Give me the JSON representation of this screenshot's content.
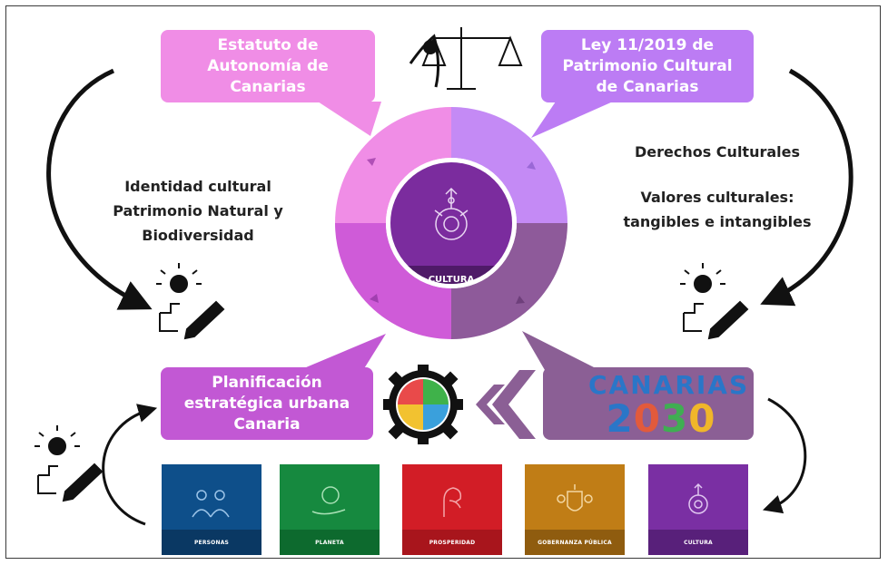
{
  "callouts": {
    "estatuto": "Estatuto de Autonomía de Canarias",
    "ley": "Ley 11/2019 de Patrimonio Cultural de Canarias",
    "planificacion": "Planificación estratégica urbana Canaria"
  },
  "left_text": {
    "line1": "Identidad cultural",
    "line2": "Patrimonio Natural y",
    "line3": "Biodiversidad"
  },
  "right_text": {
    "line1": "Derechos Culturales",
    "line2": "Valores culturales:",
    "line3": "tangibles e intangibles"
  },
  "hub": {
    "label": "CULTURA"
  },
  "canarias_logo": {
    "word": "CANARIAS",
    "year_prefix": "2",
    "year_mid": "0",
    "year_3": "3",
    "year_end": "0"
  },
  "tiles": [
    {
      "label": "PERSONAS",
      "color": "#0e4f8a",
      "band": "#0a3863"
    },
    {
      "label": "PLANETA",
      "color": "#16893f",
      "band": "#0d6a2e"
    },
    {
      "label": "PROSPERIDAD",
      "color": "#d21d26",
      "band": "#a8151c"
    },
    {
      "label": "GOBERNANZA PÚBLICA",
      "color": "#c07d16",
      "band": "#8f5c0f"
    },
    {
      "label": "CULTURA",
      "color": "#7a2fa3",
      "band": "#58207a"
    }
  ],
  "colors": {
    "pink": "#f08de6",
    "lilac": "#c48af5",
    "magenta": "#cf5bd8",
    "mauve": "#8e5a9a",
    "hub": "#7b2c9e",
    "hub_band": "#4f1a68",
    "ley_box": "#bc7cf4",
    "plan_box": "#c258d4",
    "canarias_box": "#8b5f95"
  },
  "icons": [
    "scales-of-justice-icon",
    "idea-pencil-icon",
    "gear-puzzle-icon",
    "double-chevron-left-icon",
    "curved-arrow-icon"
  ]
}
